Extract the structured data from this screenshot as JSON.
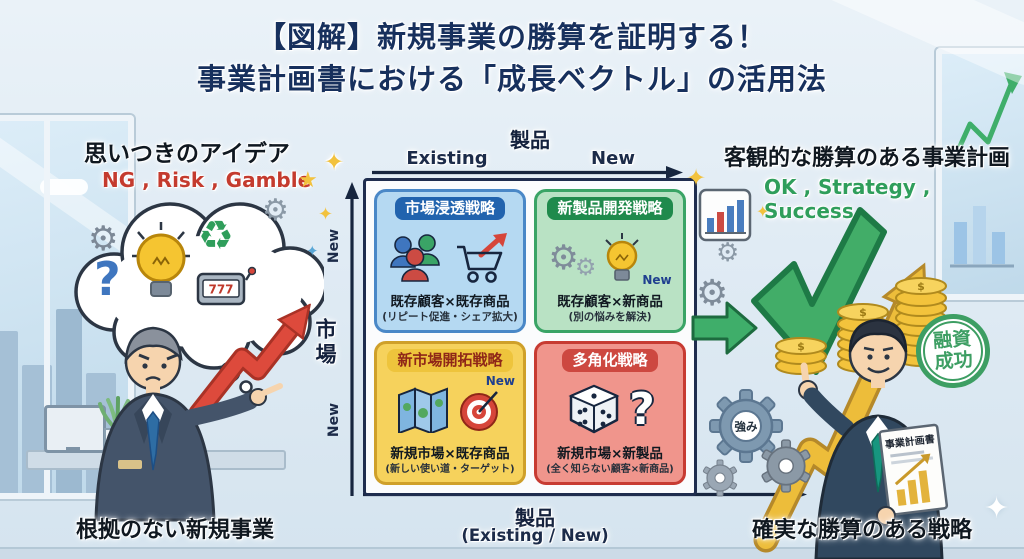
{
  "title": {
    "line1": "【図解】新規事業の勝算を証明する！",
    "line2": "事業計画書における「成長ベクトル」の活用法"
  },
  "left_panel": {
    "heading": "思いつきのアイデア",
    "keywords": "NG , Risk , Gamble",
    "caption": "根拠のない新規事業",
    "slot_digits": "777"
  },
  "right_panel": {
    "heading": "客観的な勝算のある事業計画",
    "keywords": "OK , Strategy , Success",
    "caption": "確実な勝算のある戦略",
    "badge": {
      "line1": "融資",
      "line2": "成功"
    },
    "gear_label": "強み",
    "document_title": "事業計画書"
  },
  "matrix": {
    "axes": {
      "top_label": "製品",
      "top_left": "Existing",
      "top_right": "New",
      "side_label": "市場",
      "side_top": "New",
      "side_bottom": "New",
      "bottom_label": "製品",
      "bottom_sublabel": "(Existing / New)"
    },
    "quadrants": [
      {
        "title": "市場浸透戦略",
        "combo": "既存顧客×既存商品",
        "note": "(リピート促進・シェア拡大)",
        "tag": ""
      },
      {
        "title": "新製品開発戦略",
        "combo": "既存顧客×新商品",
        "note": "(別の悩みを解決)",
        "tag": "New"
      },
      {
        "title": "新市場開拓戦略",
        "combo": "新規市場×既存商品",
        "note": "(新しい使い道・ターゲット)",
        "tag": "New"
      },
      {
        "title": "多角化戦略",
        "combo": "新規市場×新製品",
        "note": "(全く知らない顧客×新商品)",
        "tag": ""
      }
    ]
  },
  "icons": {
    "gear": "⚙",
    "recycle": "♻",
    "question": "?",
    "sparkle": "✦",
    "star": "★",
    "dollar": "$"
  },
  "colors": {
    "title_navy": "#17305d",
    "ng_red": "#c43b2e",
    "ok_green": "#2f9e5b",
    "check_green": "#42ad68",
    "gold": "#edbd3a"
  }
}
